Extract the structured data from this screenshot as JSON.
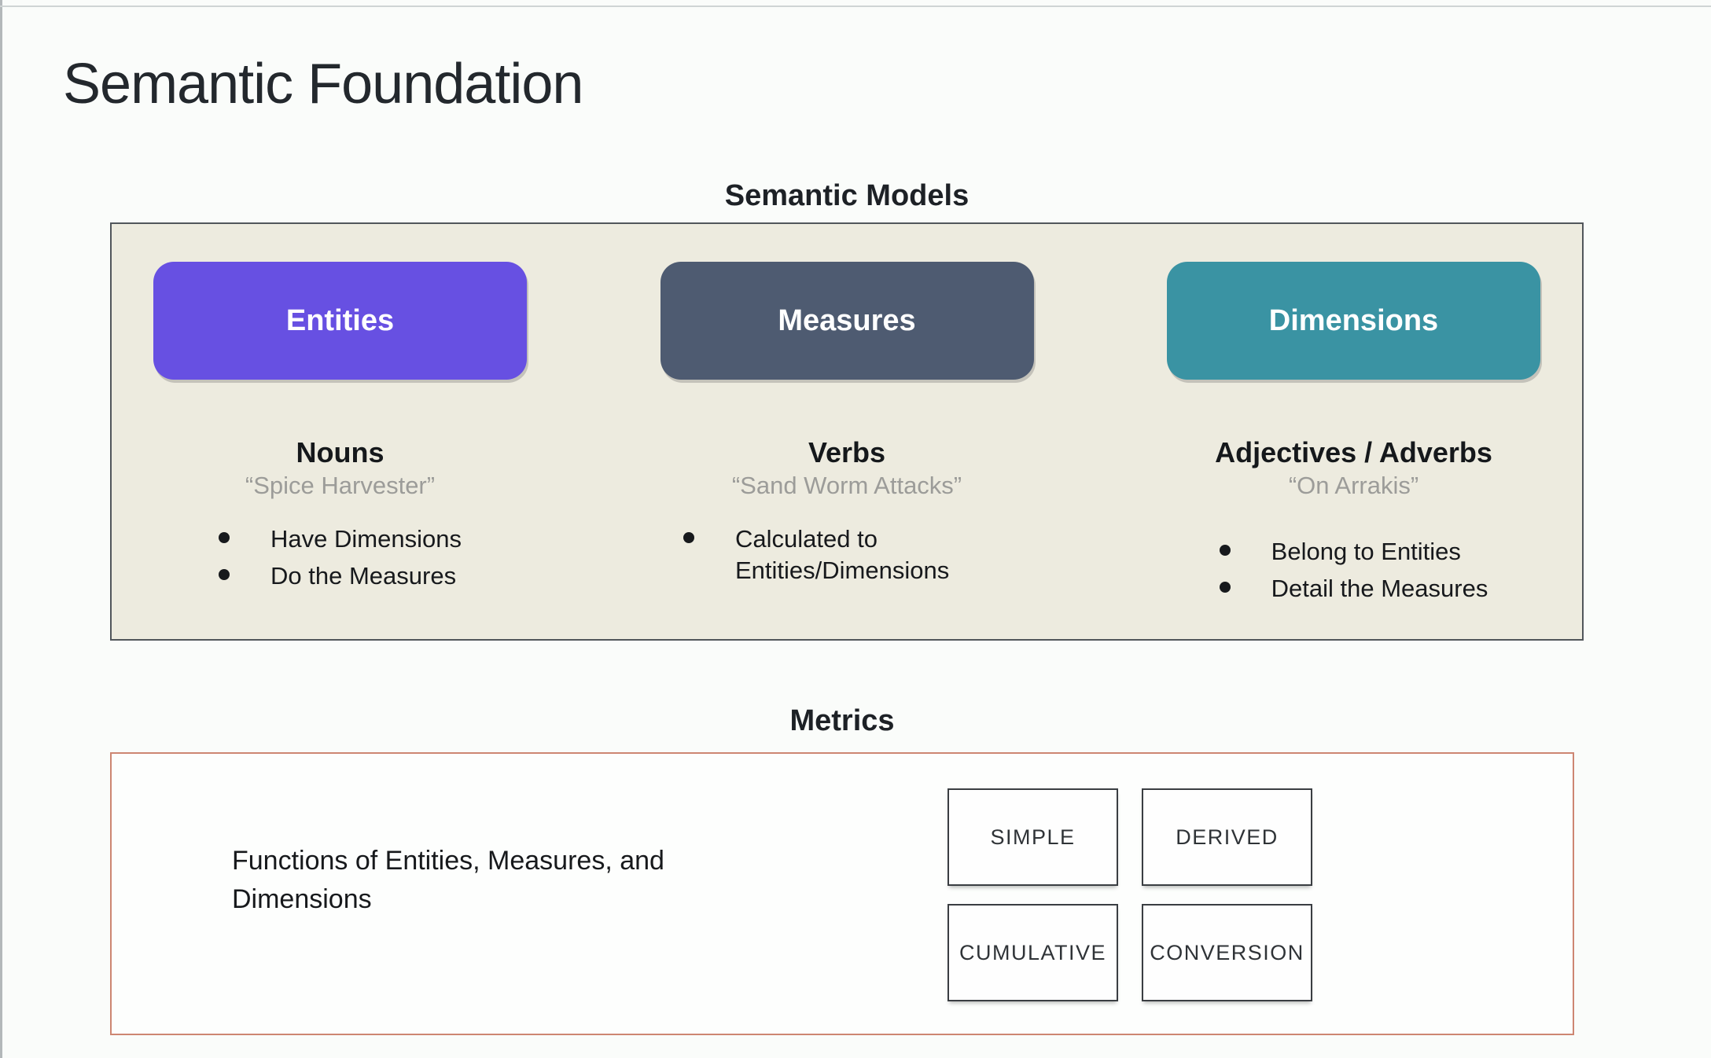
{
  "page": {
    "title": "Semantic Foundation"
  },
  "semantic_models": {
    "heading": "Semantic Models",
    "columns": [
      {
        "button": "Entities",
        "button_color": "#6750e2",
        "heading": "Nouns",
        "quote": "“Spice Harvester”",
        "bullets": [
          "Have Dimensions",
          "Do the Measures"
        ]
      },
      {
        "button": "Measures",
        "button_color": "#4e5b71",
        "heading": "Verbs",
        "quote": "“Sand Worm Attacks”",
        "bullets": [
          "Calculated to Entities/Dimensions"
        ]
      },
      {
        "button": "Dimensions",
        "button_color": "#3a93a3",
        "heading": "Adjectives / Adverbs",
        "quote": "“On Arrakis”",
        "bullets": [
          "Belong to Entities",
          "Detail the Measures"
        ]
      }
    ]
  },
  "metrics": {
    "heading": "Metrics",
    "description": "Functions of Entities, Measures, and Dimensions",
    "types": [
      "SIMPLE",
      "DERIVED",
      "CUMULATIVE",
      "CONVERSION"
    ]
  },
  "colors": {
    "entities_button": "#6750e2",
    "measures_button": "#4e5b71",
    "dimensions_button": "#3a93a3",
    "models_panel_bg": "#edebdf",
    "models_panel_border": "#51565b",
    "metrics_panel_border": "#cd8672",
    "quote_text": "#9c9c99"
  }
}
